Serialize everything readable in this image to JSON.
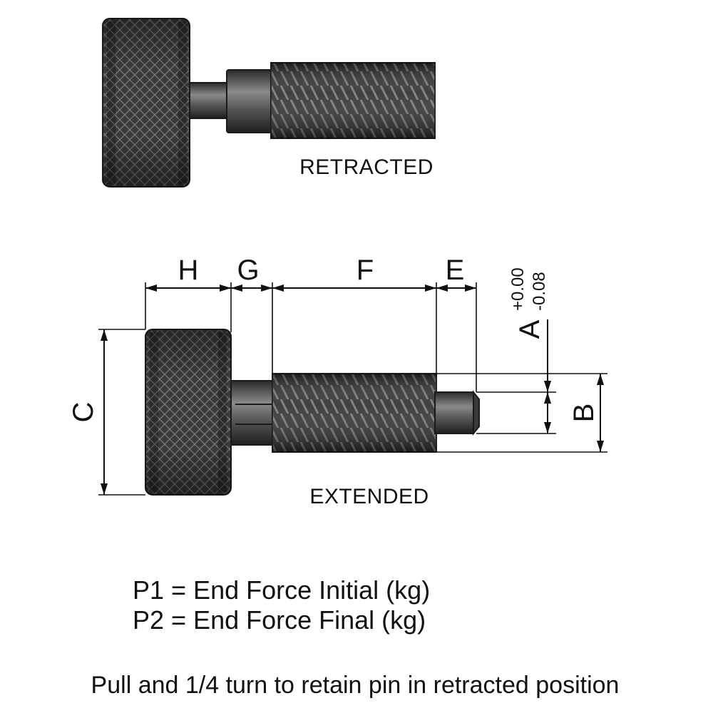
{
  "views": {
    "retracted_label": "RETRACTED",
    "extended_label": "EXTENDED"
  },
  "dimensions": {
    "h": "H",
    "g": "G",
    "f": "F",
    "e": "E",
    "a": "A",
    "a_tol_upper": "+0.00",
    "a_tol_lower": "-0.08",
    "b": "B",
    "c": "C"
  },
  "legend": {
    "p1": "P1 = End Force Initial (kg)",
    "p2": "P2 = End Force Final (kg)"
  },
  "note": "Pull and 1/4 turn to retain pin in retracted position",
  "colors": {
    "metal_dark": "#2b2b2b",
    "metal_mid": "#4a4a4a",
    "metal_light": "#6e6e6e",
    "line": "#111111"
  }
}
